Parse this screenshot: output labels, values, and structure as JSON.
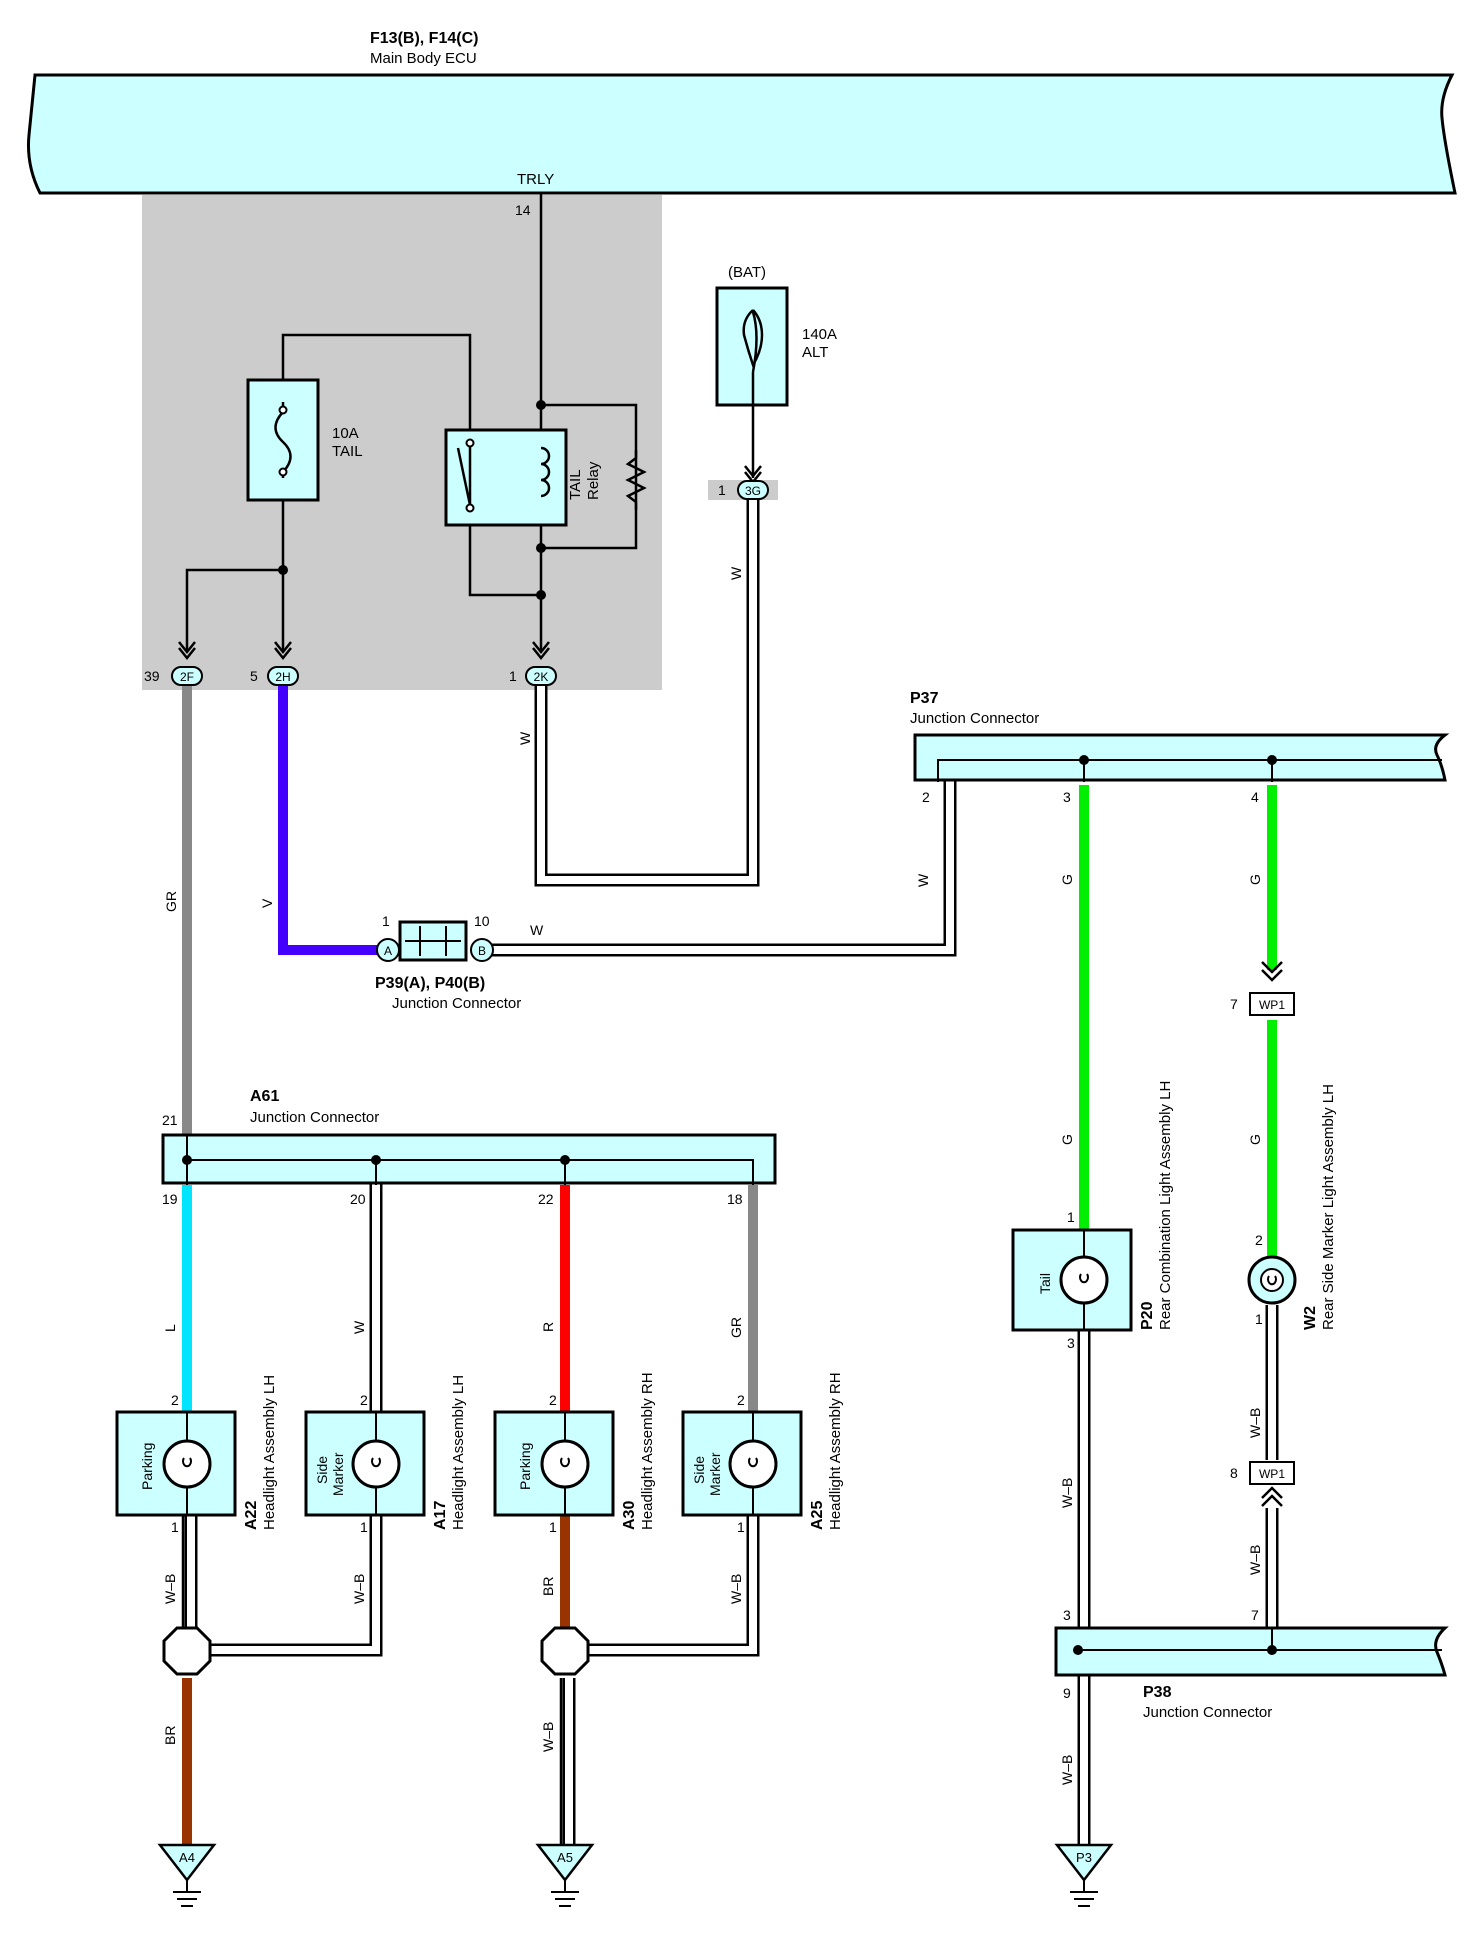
{
  "ecu": {
    "ref": "F13(B), F14(C)",
    "name": "Main Body ECU",
    "terminal": "TRLY",
    "pin": "14"
  },
  "fuse_tail": {
    "rating": "10A",
    "name": "TAIL"
  },
  "relay": {
    "name": "TAIL",
    "name2": "Relay"
  },
  "fuse_alt": {
    "source": "(BAT)",
    "rating": "140A",
    "name": "ALT"
  },
  "connectors": {
    "c2F": {
      "code": "2F",
      "pin": "39"
    },
    "c2H": {
      "code": "2H",
      "pin": "5"
    },
    "c2K": {
      "code": "2K",
      "pin": "1"
    },
    "c3G": {
      "code": "3G",
      "pin": "1"
    },
    "jA": {
      "code": "A",
      "pin": "1"
    },
    "jB": {
      "code": "B",
      "pin": "10"
    },
    "wp1_top": {
      "code": "WP1",
      "pin": "7"
    },
    "wp1_bot": {
      "code": "WP1",
      "pin": "8"
    }
  },
  "junctions": {
    "p39": {
      "ref": "P39(A), P40(B)",
      "name": "Junction Connector"
    },
    "p37": {
      "ref": "P37",
      "name": "Junction Connector",
      "pins": [
        "2",
        "3",
        "4"
      ]
    },
    "a61": {
      "ref": "A61",
      "name": "Junction Connector",
      "pins": [
        "21",
        "19",
        "20",
        "22",
        "18"
      ]
    },
    "p38": {
      "ref": "P38",
      "name": "Junction Connector",
      "pins": [
        "3",
        "7",
        "9"
      ]
    }
  },
  "wire_labels": {
    "gr_main": "GR",
    "v": "V",
    "w_2k": "W",
    "w_3g": "W",
    "w_p40": "W",
    "w_p37_2": "W",
    "g_3": "G",
    "g_3b": "G",
    "g_4": "G",
    "g_4b": "G",
    "l": "L",
    "w_20": "W",
    "r": "R",
    "gr_18": "GR",
    "wb_a22": "W–B",
    "wb_a17": "W–B",
    "br_a30": "BR",
    "wb_a25": "W–B",
    "br_a4": "BR",
    "wb_a5": "W–B",
    "wb_p20": "W–B",
    "wb_w2a": "W–B",
    "wb_w2b": "W–B",
    "wb_p3": "W–B"
  },
  "components": {
    "a22": {
      "ref": "A22",
      "name": "Headlight Assembly LH",
      "inner": "Parking",
      "pin_in": "2",
      "pin_out": "1"
    },
    "a17": {
      "ref": "A17",
      "name": "Headlight Assembly LH",
      "inner1": "Side",
      "inner2": "Marker",
      "pin_in": "2",
      "pin_out": "1"
    },
    "a30": {
      "ref": "A30",
      "name": "Headlight Assembly RH",
      "inner": "Parking",
      "pin_in": "2",
      "pin_out": "1"
    },
    "a25": {
      "ref": "A25",
      "name": "Headlight Assembly RH",
      "inner1": "Side",
      "inner2": "Marker",
      "pin_in": "2",
      "pin_out": "1"
    },
    "p20": {
      "ref": "P20",
      "name": "Rear Combination Light Assembly LH",
      "inner": "Tail",
      "pin_in": "1",
      "pin_out": "3"
    },
    "w2": {
      "ref": "W2",
      "name": "Rear Side Marker Light Assembly LH",
      "pin_in": "2",
      "pin_out": "1"
    }
  },
  "grounds": {
    "a4": "A4",
    "a5": "A5",
    "p3": "P3"
  },
  "colors": {
    "panel": "#ccffff",
    "shade": "#cccccc",
    "GR": "#888888",
    "V": "#4400ff",
    "L": "#00e5ff",
    "R": "#ff0000",
    "G": "#00ee00",
    "BR": "#993300",
    "W": "#ffffff"
  }
}
